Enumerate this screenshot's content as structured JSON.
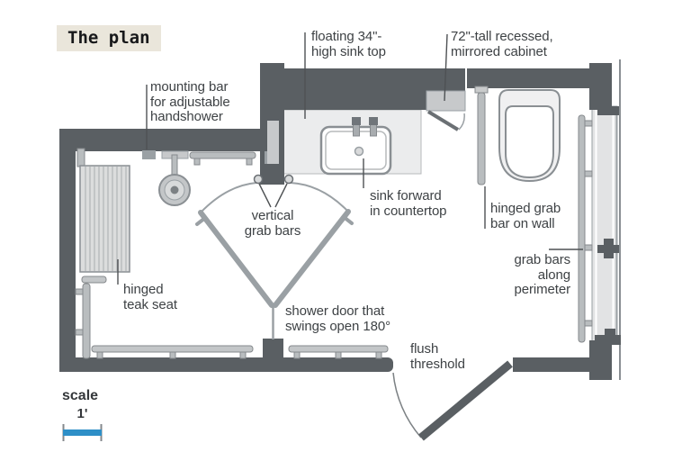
{
  "title": "The plan",
  "scale": {
    "label": "scale",
    "value": "1'"
  },
  "colors": {
    "wall": "#5a5f63",
    "fixture_mid": "#9aa0a4",
    "fixture_light": "#c7c9cb",
    "countertop": "#ebeced",
    "accent_blue": "#2e8fc7",
    "label_text": "#3e4245",
    "title_bg": "#eae6db"
  },
  "annotations": {
    "mounting_bar": "mounting bar\nfor adjustable\nhandshower",
    "floating_sink": "floating 34\"-\nhigh sink top",
    "mirrored_cabinet": "72\"-tall recessed,\nmirrored cabinet",
    "vertical_grab_bars": "vertical\ngrab bars",
    "sink_forward": "sink forward\nin countertop",
    "hinged_grab_bar": "hinged grab\nbar on wall",
    "perimeter_grab_bars": "grab bars\nalong\nperimeter",
    "teak_seat": "hinged\nteak seat",
    "shower_door": "shower door that\nswings open 180°",
    "flush_threshold": "flush\nthreshold"
  }
}
